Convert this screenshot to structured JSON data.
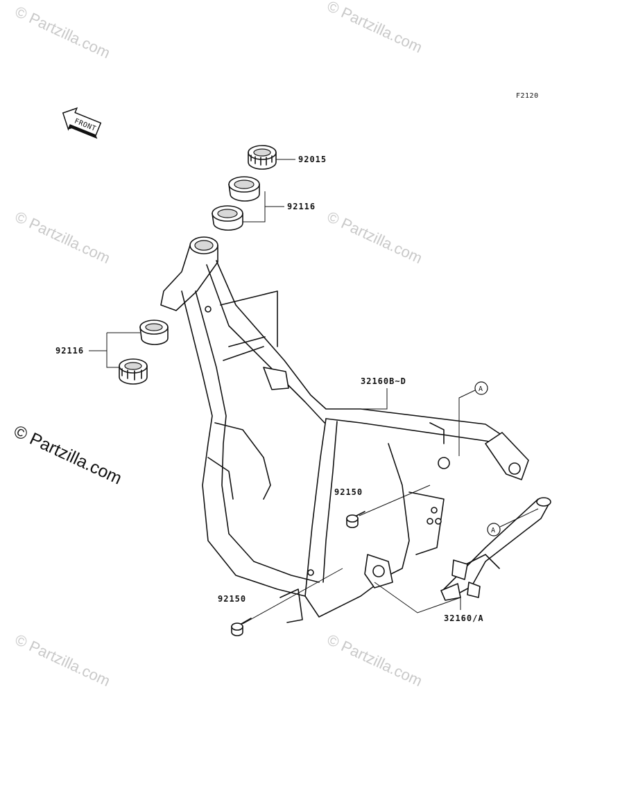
{
  "figure_code": "F2120",
  "front_arrow": {
    "label": "FRONT",
    "icon": "front-arrow-icon"
  },
  "callouts": {
    "nut": "92015",
    "race_upper": "92116",
    "race_lower": "92116",
    "frame_main": "32160B~D",
    "frame_sub": "32160/A",
    "bolt_upper": "92150",
    "bolt_lower": "92150",
    "ref_a_top": "A",
    "ref_a_bottom": "A"
  },
  "brand": "© Partzilla.com",
  "watermarks": [
    "© Partzilla.com",
    "© Partzilla.com",
    "© Partzilla.com",
    "© Partzilla.com",
    "© Partzilla.com",
    "© Partzilla.com"
  ]
}
